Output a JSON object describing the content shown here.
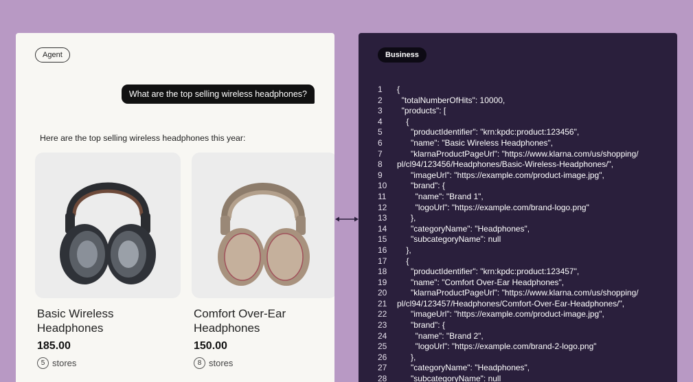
{
  "agent": {
    "label": "Agent",
    "user_message": "What are the top selling wireless headphones?",
    "reply": "Here are the top selling wireless headphones this year:",
    "products": [
      {
        "title": "Basic Wireless Headphones",
        "price": "185.00",
        "store_count": "5",
        "stores_label": "stores"
      },
      {
        "title": "Comfort Over-Ear Headphones",
        "price": "150.00",
        "store_count": "8",
        "stores_label": "stores"
      }
    ]
  },
  "business": {
    "label": "Business",
    "code_lines": [
      {
        "n": "1",
        "text": "{"
      },
      {
        "n": "2",
        "text": "  \"totalNumberOfHits\": 10000,"
      },
      {
        "n": "3",
        "text": "  \"products\": ["
      },
      {
        "n": "4",
        "text": "    {"
      },
      {
        "n": "5",
        "text": "      \"productIdentifier\": \"krn:kpdc:product:123456\","
      },
      {
        "n": "6",
        "text": "      \"name\": \"Basic Wireless Headphones\","
      },
      {
        "n": "7",
        "text": "      \"klarnaProductPageUrl\": \"https://www.klarna.com/us/shopping/"
      },
      {
        "n": "8",
        "text": "pl/cl94/123456/Headphones/Basic-Wireless-Headphones/\","
      },
      {
        "n": "9",
        "text": "      \"imageUrl\": \"https://example.com/product-image.jpg\","
      },
      {
        "n": "10",
        "text": "      \"brand\": {"
      },
      {
        "n": "11",
        "text": "        \"name\": \"Brand 1\","
      },
      {
        "n": "12",
        "text": "        \"logoUrl\": \"https://example.com/brand-logo.png\""
      },
      {
        "n": "13",
        "text": "      },"
      },
      {
        "n": "14",
        "text": "      \"categoryName\": \"Headphones\","
      },
      {
        "n": "15",
        "text": "      \"subcategoryName\": null"
      },
      {
        "n": "16",
        "text": "    },"
      },
      {
        "n": "17",
        "text": "    {"
      },
      {
        "n": "18",
        "text": "      \"productIdentifier\": \"krn:kpdc:product:123457\","
      },
      {
        "n": "19",
        "text": "      \"name\": \"Comfort Over-Ear Headphones\","
      },
      {
        "n": "20",
        "text": "      \"klarnaProductPageUrl\": \"https://www.klarna.com/us/shopping/"
      },
      {
        "n": "21",
        "text": "pl/cl94/123457/Headphones/Comfort-Over-Ear-Headphones/\","
      },
      {
        "n": "22",
        "text": "      \"imageUrl\": \"https://example.com/product-image.jpg\","
      },
      {
        "n": "23",
        "text": "      \"brand\": {"
      },
      {
        "n": "24",
        "text": "        \"name\": \"Brand 2\","
      },
      {
        "n": "25",
        "text": "        \"logoUrl\": \"https://example.com/brand-2-logo.png\""
      },
      {
        "n": "26",
        "text": "      },"
      },
      {
        "n": "27",
        "text": "      \"categoryName\": \"Headphones\","
      },
      {
        "n": "28",
        "text": "      \"subcategoryName\": null"
      }
    ]
  },
  "colors": {
    "background": "#b899c4",
    "agent_panel": "#f8f7f3",
    "business_panel": "#2a1f3c",
    "headphone_1": "#3a3d42",
    "headphone_2": "#b3a08c"
  }
}
